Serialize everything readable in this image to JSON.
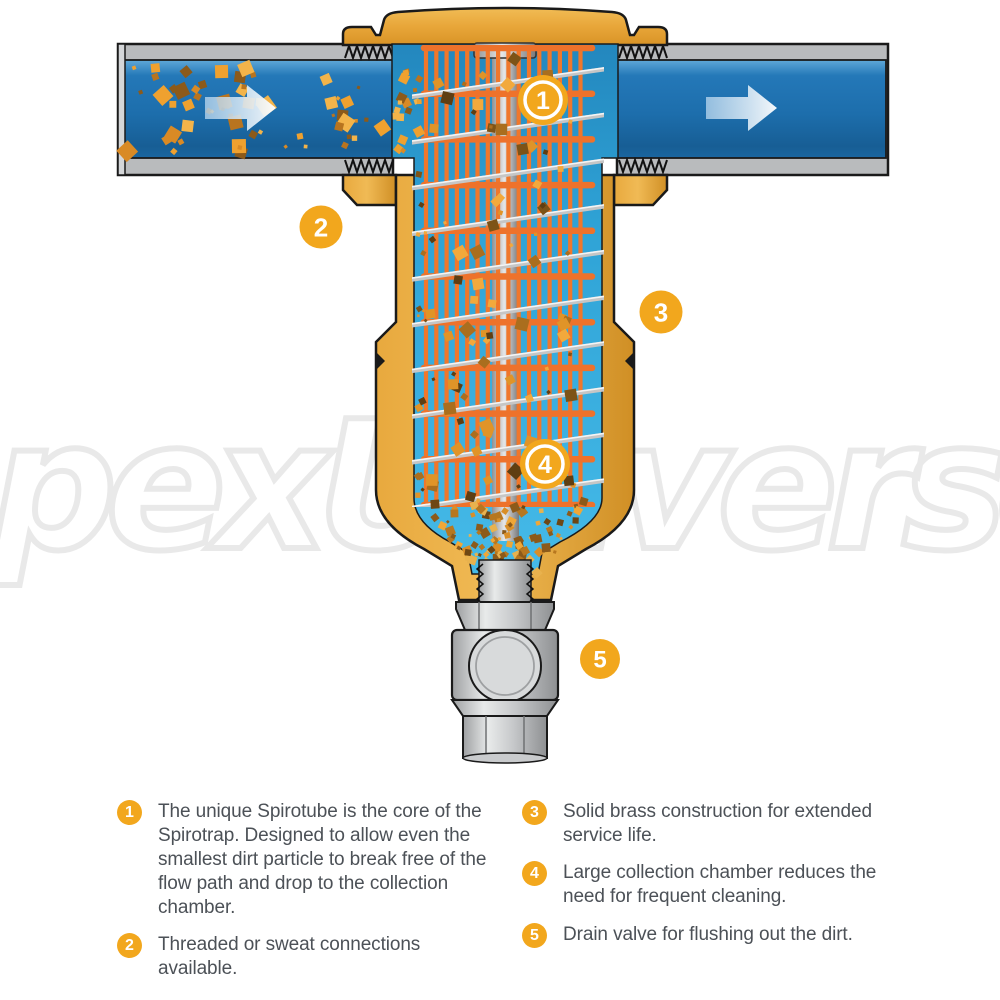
{
  "watermark": "pexUniverse",
  "legend": {
    "items": [
      {
        "number": "1",
        "text": "The unique Spirotube is the core of the Spirotrap. Designed to allow even the smallest dirt particle to break free of the flow path and drop to the collection chamber."
      },
      {
        "number": "2",
        "text": "Threaded or sweat connections available."
      },
      {
        "number": "3",
        "text": "Solid brass construction for extended service life."
      },
      {
        "number": "4",
        "text": "Large collection chamber reduces the need for frequent cleaning."
      },
      {
        "number": "5",
        "text": "Drain valve for flushing out the dirt."
      }
    ]
  },
  "colors": {
    "accent_amber": "#F2A71D",
    "pipe_water_blue": "#1D6EAC",
    "chamber_water_blue": "#2FA3D6",
    "brass": "#E8A639",
    "mesh_orange": "#F0772B",
    "wire_silver": "#C6C6C6",
    "metal_gray": "#C6C8CA",
    "pipe_wall_gray": "#B9BBBD",
    "legend_text_gray": "#4C5157",
    "watermark_gray": "#E9E9E9",
    "dirt_palette": [
      "#EFA12F",
      "#D98A25",
      "#F3B44A",
      "#B8741F",
      "#8C5A1A"
    ],
    "mesh_dirt_palette": [
      "#E09428",
      "#AA6E1E",
      "#7D5317",
      "#F2A93C",
      "#5F3E12"
    ],
    "collect_dirt_palette": [
      "#D98E27",
      "#8C5A1A",
      "#F0A737",
      "#6E4714",
      "#B7771F",
      "#E8B24E"
    ]
  }
}
